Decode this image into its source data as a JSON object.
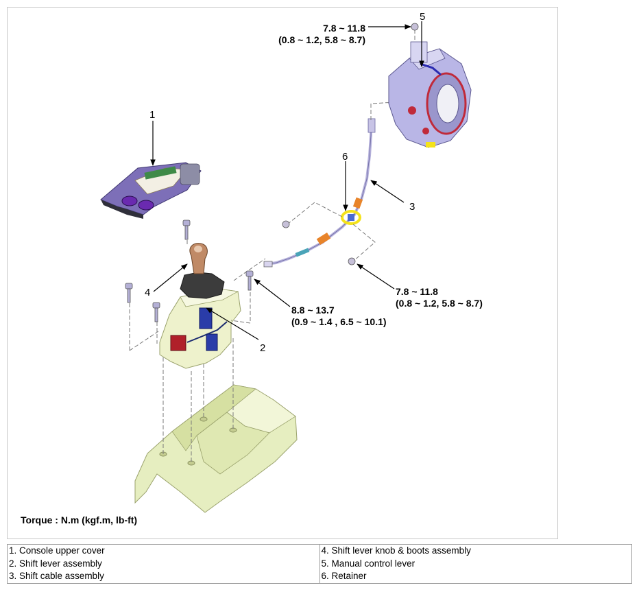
{
  "callouts": {
    "c1": "1",
    "c2": "2",
    "c3": "3",
    "c4": "4",
    "c5": "5",
    "c6": "6"
  },
  "torques": {
    "top_line1": "7.8 ~ 11.8",
    "top_line2": "(0.8 ~ 1.2, 5.8 ~ 8.7)",
    "right_line1": "7.8 ~ 11.8",
    "right_line2": "(0.8 ~ 1.2, 5.8 ~ 8.7)",
    "mid_line1": "8.8 ~ 13.7",
    "mid_line2": "(0.9 ~ 1.4 , 6.5 ~ 10.1)"
  },
  "torque_unit": "Torque : N.m (kgf.m, lb-ft)",
  "legend": {
    "left": [
      "1. Console upper cover",
      "2. Shift lever assembly",
      "3. Shift cable assembly"
    ],
    "right": [
      "4. Shift lever knob & boots assembly",
      "5. Manual control lever",
      "6. Retainer"
    ]
  },
  "colors": {
    "floor_panel": "#e6eec0",
    "shift_lever_body": "#eef2cc",
    "console_cover": "#7d6fb8",
    "transaxle": "#b9b6e6",
    "cable": "#b6b2dc",
    "cable_boot": "#e8842a",
    "retainer": "#f4e21a",
    "knob": "#c08a66",
    "boot": "#3c3c3c"
  }
}
